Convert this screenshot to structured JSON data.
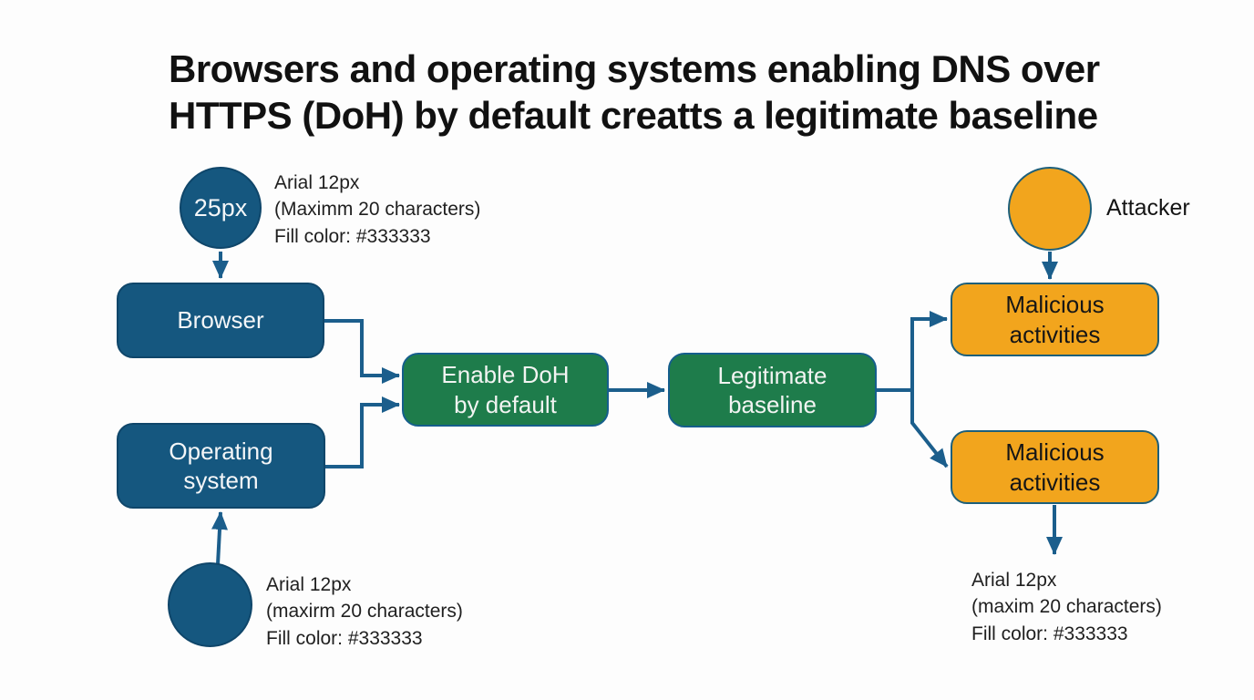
{
  "title": "Browsers and operating systems enabling DNS over\nHTTPS (DoH) by default creatts a legitimate baseline",
  "nodes": {
    "size_circle": {
      "label": "25px"
    },
    "browser": {
      "label": "Browser"
    },
    "operating_system": {
      "label": "Operating\nsystem"
    },
    "enable_doh": {
      "label": "Enable DoH\nby default"
    },
    "legitimate_baseline": {
      "label": "Legitimate\nbaseline"
    },
    "malicious_top": {
      "label": "Malicious\nactivities"
    },
    "malicious_bottom": {
      "label": "Malicious\nactivities"
    },
    "attacker": {
      "label": "Attacker"
    }
  },
  "annotations": {
    "top_left": "Arial 12px\n(Maximm 20 characters)\nFill color: #333333",
    "bottom_left": "Arial 12px\n(maxirm 20 characters)\nFill color: #333333",
    "bottom_right": "Arial 12px\n(maxim 20 characters)\nFill color: #333333"
  },
  "colors": {
    "node_blue": "#15577F",
    "node_green": "#1E7C4B",
    "node_orange": "#F2A51D",
    "connector_blue": "#1B5E8C",
    "green_border": "#155E8C",
    "orange_border": "#1D5F7A",
    "title_color": "#111111",
    "text_dark": "#1F1F1F"
  }
}
